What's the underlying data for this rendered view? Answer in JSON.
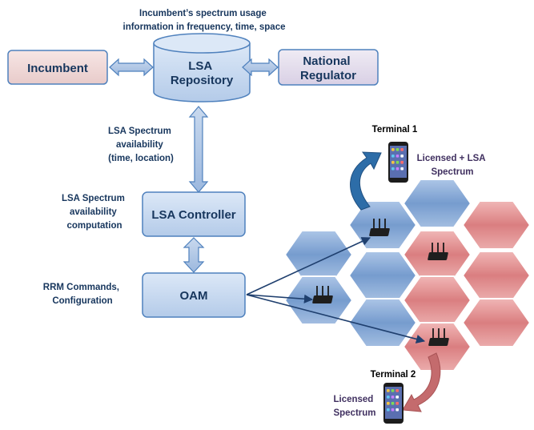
{
  "top_note": [
    "Incumbent’s spectrum usage",
    "information in frequency, time, space"
  ],
  "incumbent": "Incumbent",
  "repository": [
    "LSA",
    "Repository"
  ],
  "regulator": [
    "National",
    "Regulator"
  ],
  "lsa_availability": [
    "LSA Spectrum",
    "availability",
    "(time, location)"
  ],
  "controller_note": [
    "LSA Spectrum",
    "availability",
    "computation"
  ],
  "controller": "LSA Controller",
  "oam_note": [
    "RRM Commands,",
    "Configuration"
  ],
  "oam": "OAM",
  "terminal1": {
    "title": "Terminal 1",
    "spectrum": [
      "Licensed + LSA",
      "Spectrum"
    ]
  },
  "terminal2": {
    "title": "Terminal 2",
    "spectrum": [
      "Licensed",
      "Spectrum"
    ]
  },
  "colors": {
    "box_fill": "#c6d9f1",
    "box_stroke": "#4f81bd",
    "incumbent_fill": "#f2dcdb",
    "regulator_fill": "#e6e0ec",
    "hex_blue": "#6f97cc",
    "hex_red": "#d9787a",
    "text": "#17365d"
  },
  "icons": [
    "base-station-icon",
    "smartphone-icon",
    "curved-arrow-icon"
  ]
}
